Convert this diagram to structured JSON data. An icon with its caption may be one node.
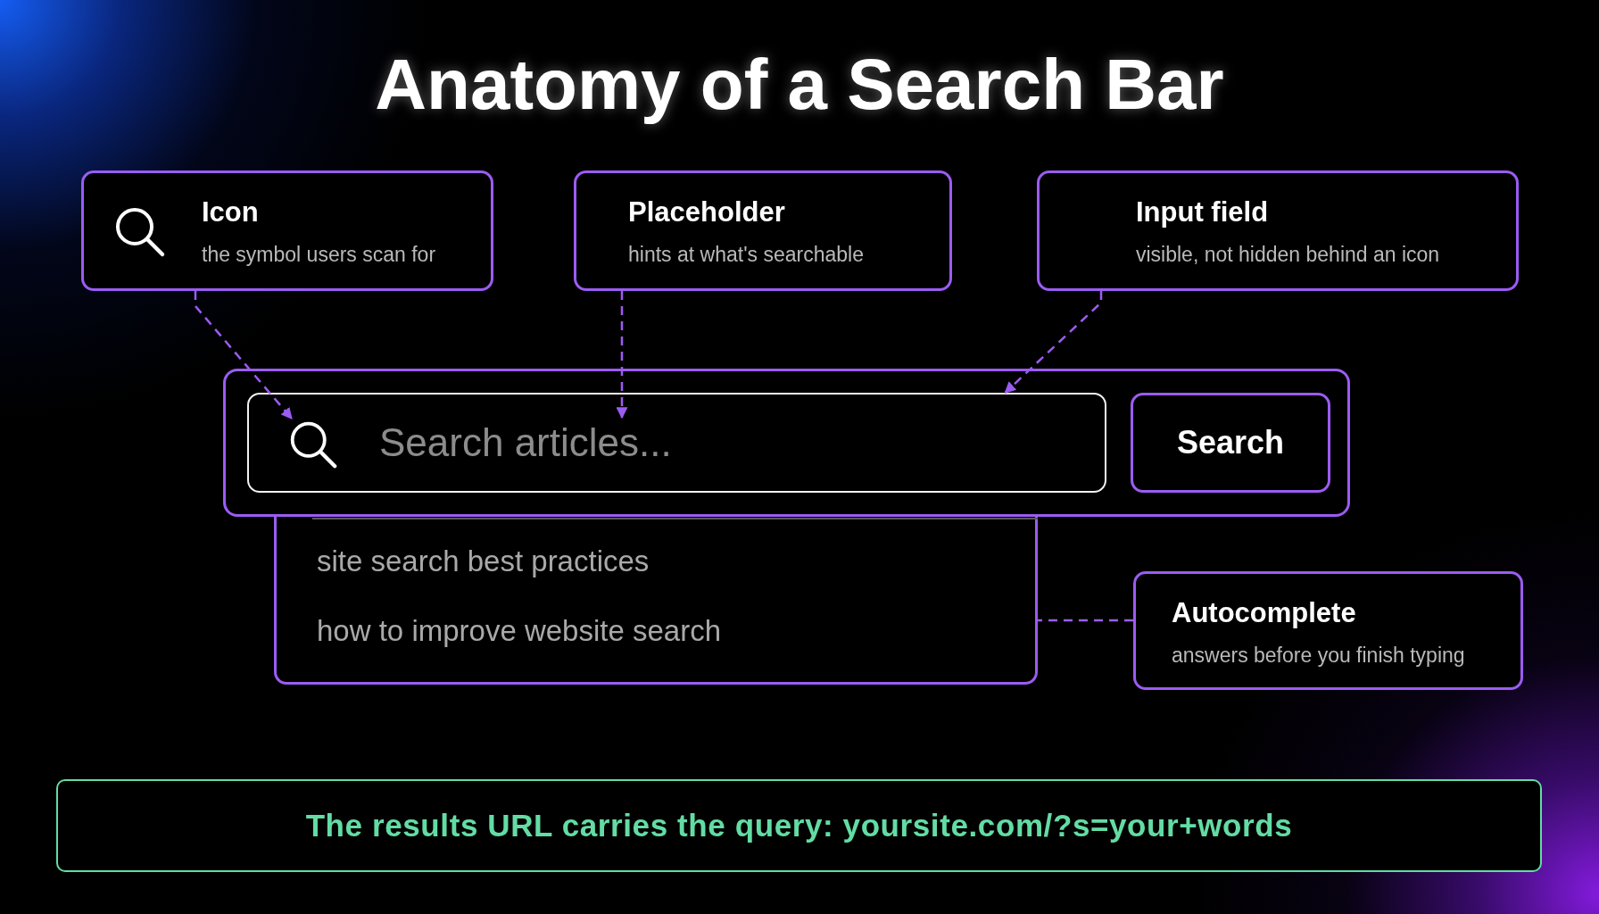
{
  "diagram": {
    "title": "Anatomy of a Search Bar",
    "nodes": [
      {
        "text": [
          "Icon",
          "the symbol users scan for"
        ]
      },
      {
        "text": [
          "Placeholder",
          "hints at what's searchable"
        ]
      },
      {
        "text": [
          "Input field",
          "visible, not hidden behind an icon"
        ]
      },
      {
        "text": [],
        "shape": "box"
      },
      {
        "text": [],
        "shape": "box",
        "in": 3
      },
      {
        "text": [],
        "shape": "circle",
        "in": 4
      },
      {
        "text": [
          "Search articles..."
        ],
        "in": 4
      },
      {
        "text": [
          "Search"
        ],
        "in": 3
      },
      {
        "text": [
          "site search best practices",
          "how to improve website search"
        ]
      },
      {
        "text": [
          "Autocomplete",
          "answers before you finish typing"
        ]
      },
      {
        "text": [
          "The results URL carries the query: yoursite.com/?s=your+words"
        ]
      }
    ],
    "edges": [
      {
        "from": 0,
        "to": 5,
        "arrow": "to",
        "style": "dashed"
      },
      {
        "from": 1,
        "to": 6,
        "arrow": "to",
        "style": "dashed"
      },
      {
        "from": 2,
        "to": 4,
        "arrow": "to",
        "style": "dashed"
      },
      {
        "from": 9,
        "to": 8,
        "arrow": "none",
        "style": "dashed"
      }
    ]
  }
}
